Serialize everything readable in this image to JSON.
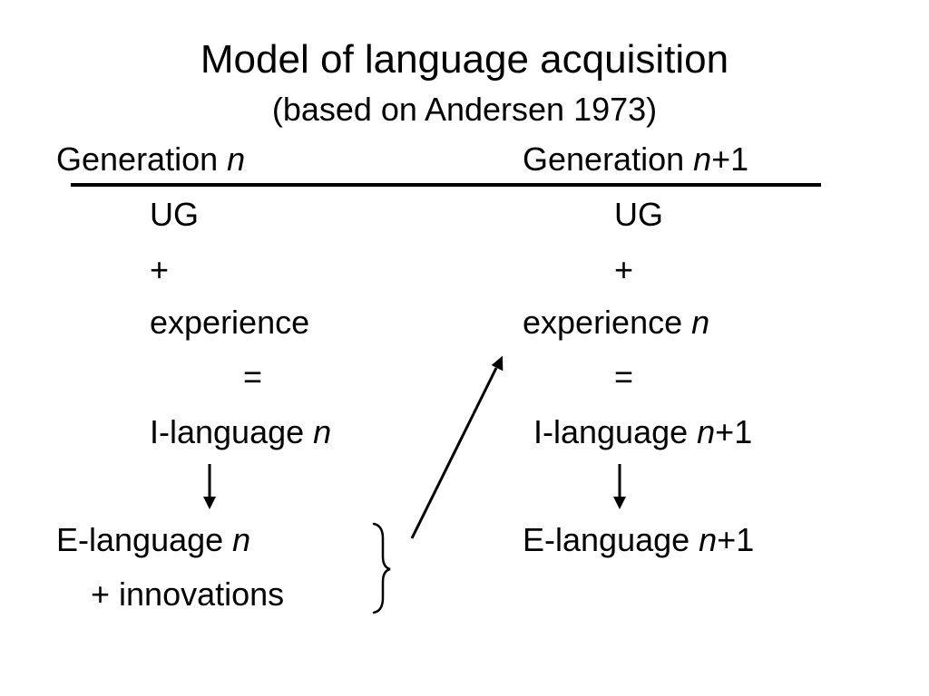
{
  "title": "Model of language acquisition",
  "subtitle": "(based on Andersen 1973)",
  "left": {
    "heading_text": "Generation ",
    "heading_var": "n",
    "ug": "UG",
    "plus": "+",
    "experience": "experience",
    "equals": "=",
    "ilang_text": "I-language ",
    "ilang_var": "n",
    "elang_text": "E-language ",
    "elang_var": "n",
    "innovations": "+ innovations"
  },
  "right": {
    "heading_text": "Generation ",
    "heading_var": "n",
    "heading_suffix": "+1",
    "ug": "UG",
    "plus": "+",
    "experience_text": "experience ",
    "experience_var": "n",
    "equals": "=",
    "ilang_text": "I-language ",
    "ilang_var": "n",
    "ilang_suffix": "+1",
    "elang_text": "E-language ",
    "elang_var": "n",
    "elang_suffix": "+1"
  }
}
